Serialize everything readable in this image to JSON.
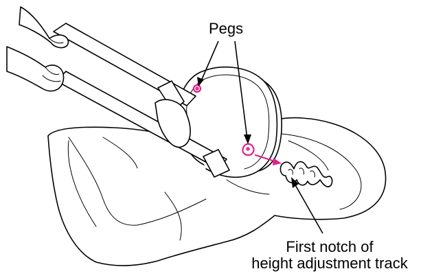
{
  "labels": {
    "pegs": "Pegs",
    "notch_line1": "First notch of",
    "notch_line2": "height adjustment track"
  },
  "colors": {
    "line": "#000000",
    "highlight": "#e0218a",
    "background": "#ffffff"
  }
}
